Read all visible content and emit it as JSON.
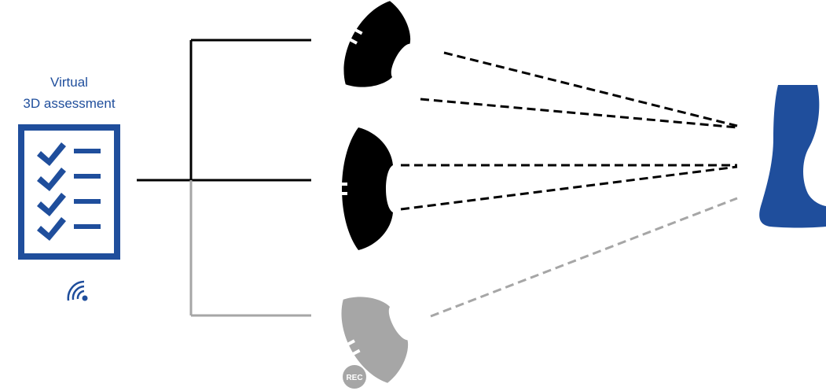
{
  "title": {
    "line1": "Virtual",
    "line2": "3D assessment"
  },
  "rec_label": "REC",
  "colors": {
    "accent": "#1f4e9c",
    "active": "#000000",
    "inactive": "#a6a6a6",
    "background": "#ffffff"
  },
  "icons": {
    "checklist": "checklist-icon",
    "wireless": "wireless-signal-icon",
    "camera": "camera-sensor-icon",
    "leg": "leg-icon"
  },
  "sensors": [
    {
      "name": "camera-top",
      "status": "active"
    },
    {
      "name": "camera-middle",
      "status": "active"
    },
    {
      "name": "camera-bottom",
      "status": "recording"
    }
  ]
}
